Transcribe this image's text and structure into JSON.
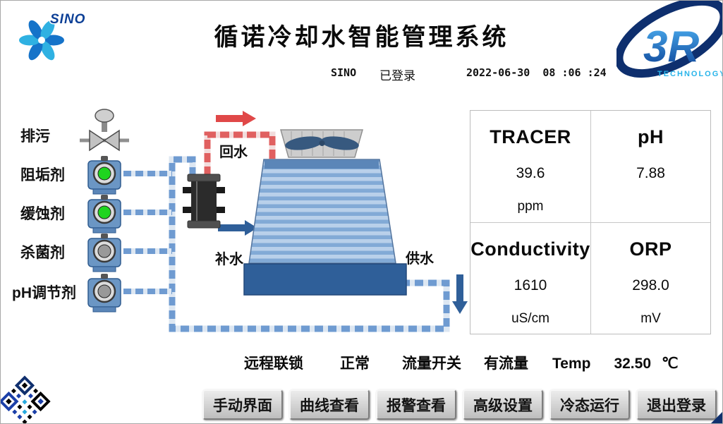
{
  "header": {
    "title": "循诺冷却水智能管理系统",
    "user": "SINO",
    "login_status": "已登录",
    "datetime": "2022-06-30  08 :06 :24"
  },
  "logos": {
    "sino": "SINO",
    "r3": "3R",
    "r3_sub": "TECHNOLOGY"
  },
  "left_labels": [
    "排污",
    "阻垢剂",
    "缓蚀剂",
    "杀菌剂",
    "pH调节剂"
  ],
  "diagram": {
    "return_water": "回水",
    "makeup_water": "补水",
    "supply_water": "供水"
  },
  "measurements": [
    {
      "name": "TRACER",
      "value": "39.6",
      "unit": "ppm"
    },
    {
      "name": "pH",
      "value": "7.88",
      "unit": ""
    },
    {
      "name": "Conductivity",
      "value": "1610",
      "unit": "uS/cm"
    },
    {
      "name": "ORP",
      "value": "298.0",
      "unit": "mV"
    }
  ],
  "status_bar": {
    "interlock_label": "远程联锁",
    "interlock_value": "正常",
    "flow_label": "流量开关",
    "flow_value": "有流量",
    "temp_label": "Temp",
    "temp_value": "32.50",
    "temp_unit": "℃"
  },
  "buttons": [
    "手动界面",
    "曲线查看",
    "报警查看",
    "高级设置",
    "冷态运行",
    "退出登录"
  ],
  "colors": {
    "pump_running": "#1fd41f",
    "pump_stopped": "#999999",
    "pipe_blue": "#6f9bd1",
    "pipe_red": "#e06060"
  }
}
